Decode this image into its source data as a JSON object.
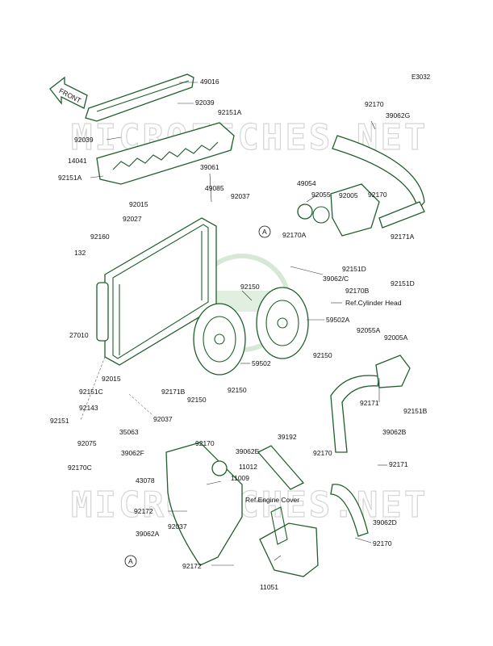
{
  "diagram": {
    "code": "E3032",
    "front_label": "FRONT",
    "watermark": "MICROFICHES.NET",
    "callout_a": "A",
    "parts": [
      "49016",
      "92039",
      "92151A",
      "92039",
      "14041",
      "92151A",
      "39061",
      "49085",
      "92037",
      "92015",
      "92027",
      "92160",
      "132",
      "27010",
      "92170A",
      "92150",
      "39062/C",
      "92170B",
      "Ref.Cylinder Head",
      "59502A",
      "59502",
      "92150",
      "92055A",
      "92005A",
      "92015",
      "92171B",
      "92150",
      "92150",
      "92171",
      "92151B",
      "92151C",
      "92143",
      "92151",
      "92075",
      "35063",
      "92037",
      "92170C",
      "39062F",
      "92170",
      "39062E",
      "39192",
      "39062B",
      "92170",
      "92171",
      "43078",
      "11012",
      "11009",
      "92172",
      "Ref.Engine Cover",
      "92037",
      "39062A",
      "92172",
      "11051",
      "39062D",
      "92170",
      "92170",
      "39062G",
      "49054",
      "92055",
      "92005",
      "92170",
      "92171A",
      "92151D",
      "92151D"
    ]
  }
}
